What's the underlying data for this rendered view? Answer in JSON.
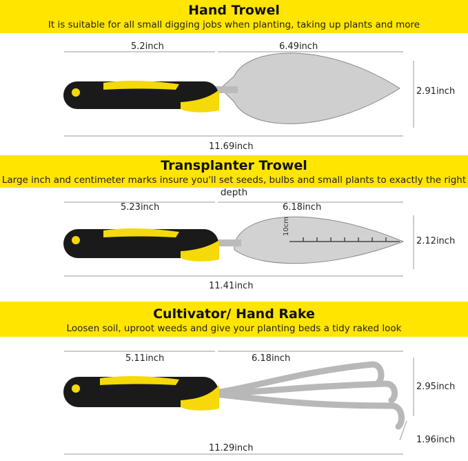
{
  "sections": [
    {
      "title": "Hand Trowel",
      "subtitle": "It is suitable for all small digging jobs when planting, taking up plants and more",
      "handle_len": "5.2inch",
      "head_len": "6.49inch",
      "width": "2.91inch",
      "total": "11.69inch"
    },
    {
      "title": "Transplanter Trowel",
      "subtitle": "Large inch and centimeter marks insure you'll set seeds, bulbs and small plants to exactly the right depth",
      "handle_len": "5.23inch",
      "head_len": "6.18inch",
      "width": "2.12inch",
      "total": "11.41inch",
      "scale_label": "10cm"
    },
    {
      "title": "Cultivator/ Hand Rake",
      "subtitle": "Loosen soil, uproot weeds and give your planting beds a tidy raked look",
      "handle_len": "5.11inch",
      "head_len": "6.18inch",
      "width": "2.95inch",
      "height": "1.96inch",
      "total": "11.29inch"
    }
  ],
  "colors": {
    "banner": "#ffe500",
    "handle": "#1a1a1a",
    "grip": "#f5d90a",
    "metal": "#c8c8c8"
  }
}
